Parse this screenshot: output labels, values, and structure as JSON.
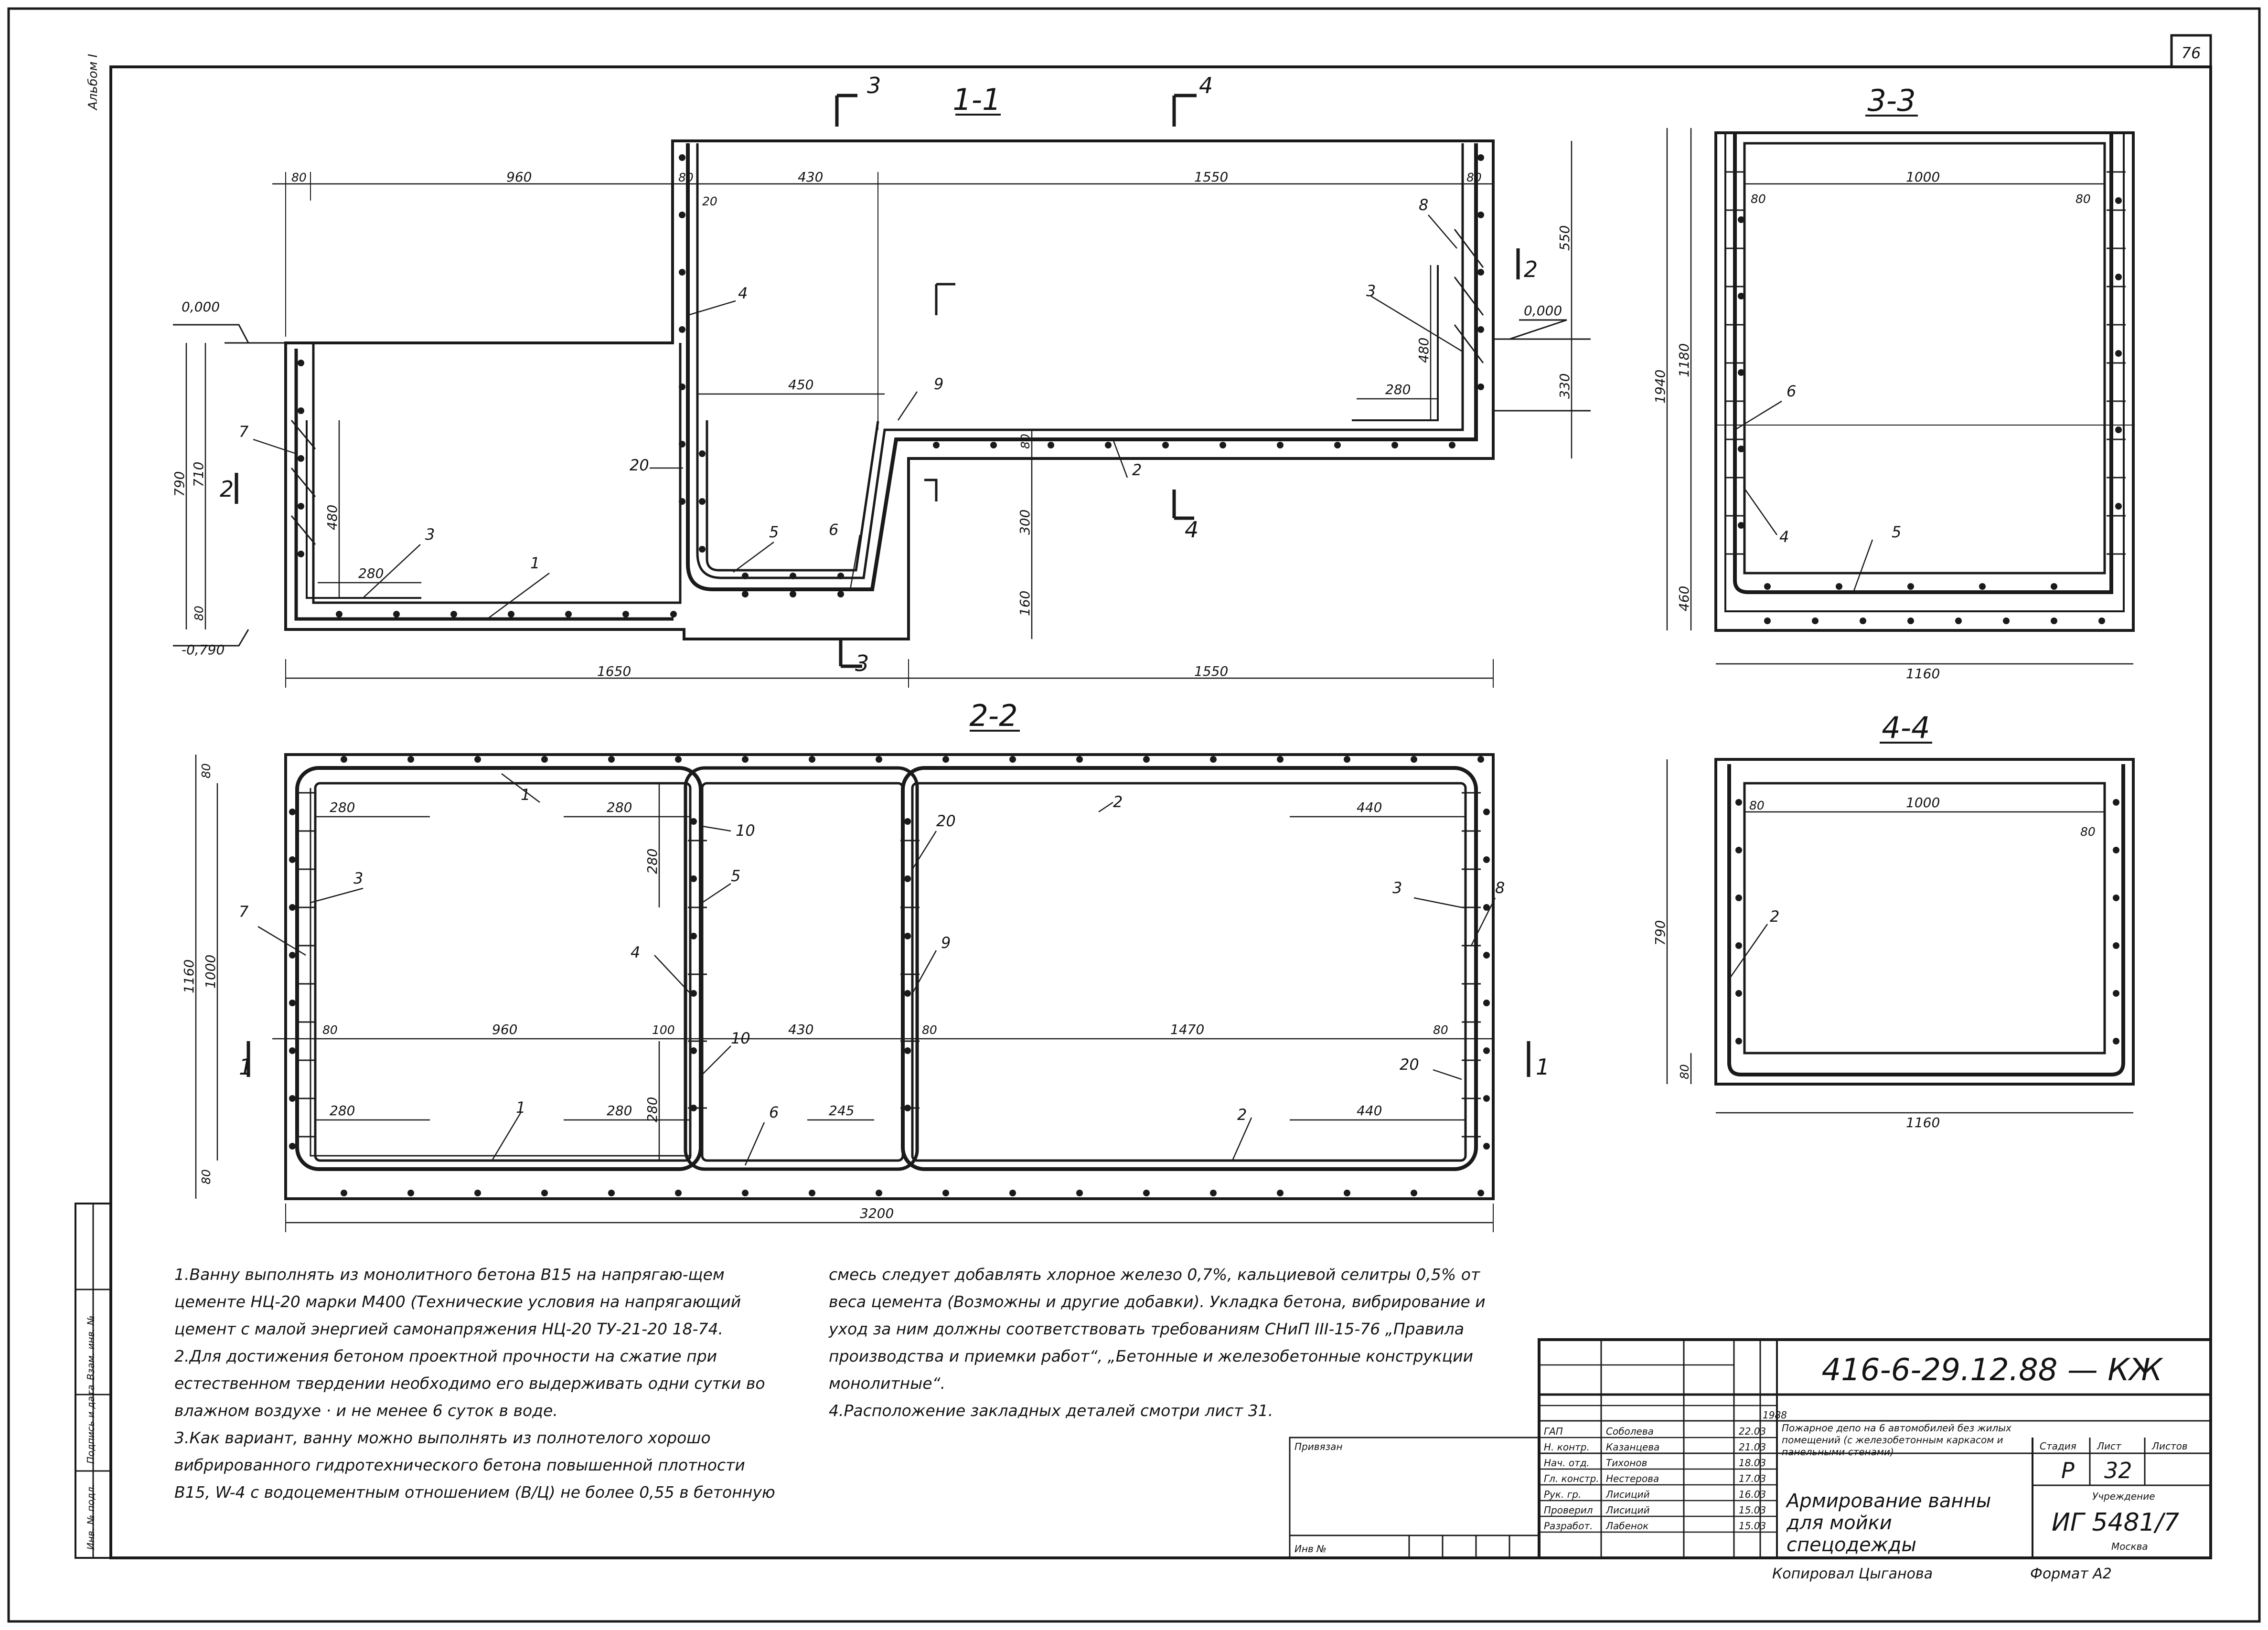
{
  "sheet": {
    "page_number": "76",
    "album": "Альбом I",
    "side_labels": [
      "Инв. № подл.",
      "Подпись и дата",
      "Взам. инв. №"
    ]
  },
  "views": [
    {
      "id": "1-1",
      "title": "1-1"
    },
    {
      "id": "2-2",
      "title": "2-2"
    },
    {
      "id": "3-3",
      "title": "3-3"
    },
    {
      "id": "4-4",
      "title": "4-4"
    }
  ],
  "section_marks": {
    "s3": "3",
    "s4": "4",
    "s2": "2",
    "s1": "1"
  },
  "levels": {
    "zero": "0,000",
    "zero2": "0,000",
    "bottom": "-0,790"
  },
  "dims": {
    "d80": "80",
    "d960": "960",
    "d430": "430",
    "d1550": "1550",
    "d550": "550",
    "d330": "330",
    "d480": "480",
    "d280": "280",
    "d450": "450",
    "d300": "300",
    "d160": "160",
    "d790": "790",
    "d710": "710",
    "d1650": "1650",
    "d20": "20",
    "d440": "440",
    "d1470": "1470",
    "d1160": "1160",
    "d1000": "1000",
    "d245": "245",
    "d3200": "3200",
    "d100": "100",
    "d1940": "1940",
    "d1180": "1180",
    "d460": "460"
  },
  "callouts": {
    "m1": "1",
    "m2": "2",
    "m3": "3",
    "m4": "4",
    "m5": "5",
    "m6": "6",
    "m7": "7",
    "m8": "8",
    "m9": "9",
    "m10": "10",
    "m20": "20"
  },
  "notes": [
    "1.Ванну выполнять из монолитного бетона В15 на напрягаю-щем цементе НЦ-20 марки М400 (Технические условия на напрягающий цемент с малой энергией самонапряжения НЦ-20 ТУ-21-20 18-74.",
    "2.Для достижения бетоном проектной прочности на сжатие при естественном твердении необходимо его выдерживать одни сутки во влажном воздухе · и не менее 6 суток в воде.",
    "3.Как вариант, ванну можно выполнять из полнотелого хорошо вибрированного гидротехнического бетона повышенной плотности В15, W-4 с водоцементным отношением (В/Ц) не более 0,55 в бетонную",
    "смесь следует добавлять хлорное железо 0,7%, кальциевой селитры 0,5% от веса цемента (Возможны и другие добавки). Укладка бетона, вибрирование и уход за ним должны соответствовать требованиям СНиП III-15-76 „Правила производства и приемки работ“, „Бетонные и железобетонные конструкции монолитные“.",
    "4.Расположение закладных деталей смотри лист 31."
  ],
  "title_block": {
    "code": "416-6-29.12.88 — КЖ",
    "year": "1988",
    "approved_label": "Привязан",
    "inv_label": "Инв № ",
    "roles": [
      {
        "role": "ГАП",
        "name": "Соболева",
        "date": "22.03"
      },
      {
        "role": "Н. контр.",
        "name": "Казанцева",
        "date": "21.03"
      },
      {
        "role": "Нач. отд.",
        "name": "Тихонов",
        "date": "18.03"
      },
      {
        "role": "Гл. констр.",
        "name": "Нестерова",
        "date": "17.03"
      },
      {
        "role": "Рук. гр.",
        "name": "Лисиций",
        "date": "16.03"
      },
      {
        "role": "Проверил",
        "name": "Лисиций",
        "date": "15.03"
      },
      {
        "role": "Разработ.",
        "name": "Лабенок",
        "date": "15.03"
      }
    ],
    "project_desc": "Пожарное депо на 6 автомобилей без жилых помещений (с железобетонным каркасом и панельными стенами)",
    "sheet_name": "Армирование ванны для мойки спецодежды",
    "stage_label": "Стадия",
    "sheet_label": "Лист",
    "sheets_label": "Листов",
    "stage": "Р",
    "sheet_no": "32",
    "org_label": "Учреждение",
    "org": "ИГ 5481/7",
    "city": "Москва",
    "copied": "Копировал Цыганова",
    "format": "Формат А2"
  }
}
